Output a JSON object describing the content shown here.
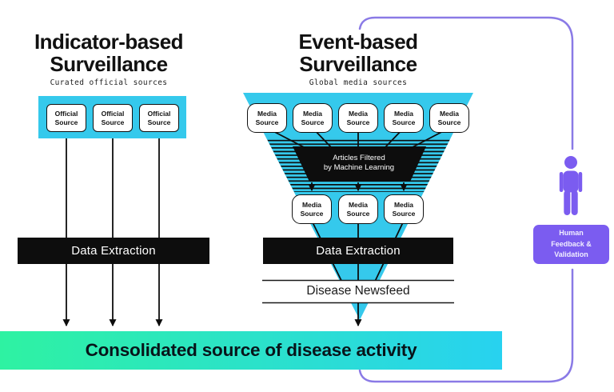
{
  "indicator": {
    "title": "Indicator-based\nSurveillance",
    "subtitle": "Curated official sources",
    "sources": [
      "Official\nSource",
      "Official\nSource",
      "Official\nSource"
    ],
    "extraction_label": "Data Extraction"
  },
  "event": {
    "title": "Event-based\nSurveillance",
    "subtitle": "Global media sources",
    "top_sources": [
      "Media\nSource",
      "Media\nSource",
      "Media\nSource",
      "Media\nSource",
      "Media\nSource"
    ],
    "filter_label": "Articles Filtered\nby Machine Learning",
    "mid_sources": [
      "Media\nSource",
      "Media\nSource",
      "Media\nSource"
    ],
    "extraction_label": "Data Extraction",
    "newsfeed_label": "Disease Newsfeed"
  },
  "human": {
    "label": "Human\nFeedback &\nValidation"
  },
  "footer": {
    "label": "Consolidated source of disease activity"
  },
  "colors": {
    "cyan": "#35C9EC",
    "black": "#0d0d0d",
    "purple_icon": "#7B5CF0",
    "bracket_purple": "#8A7AE6",
    "footer_gradient_left": "#2EF2A2",
    "footer_gradient_right": "#28D2F0"
  }
}
